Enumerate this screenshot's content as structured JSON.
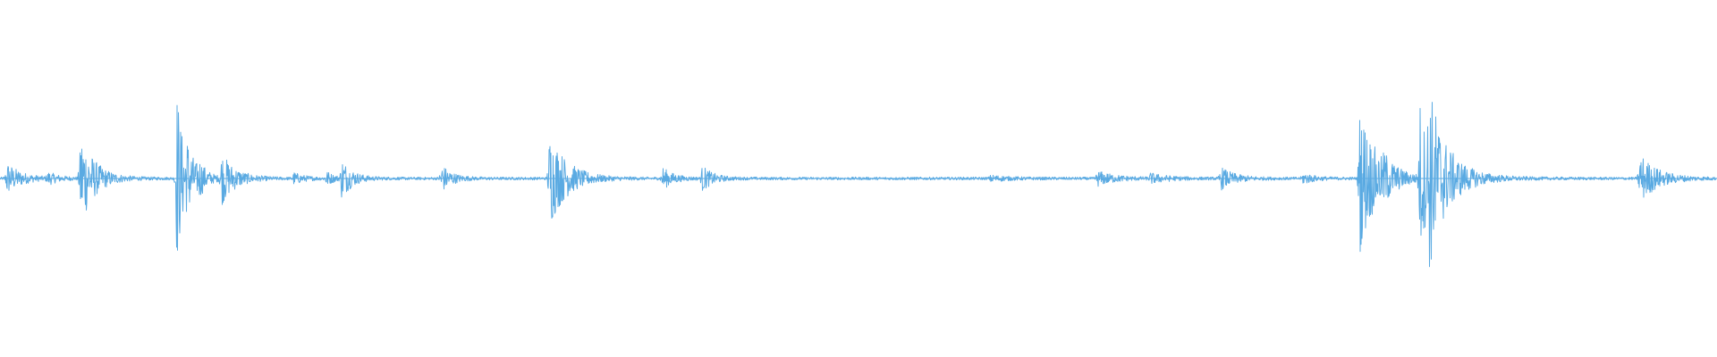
{
  "waveform": {
    "color": "#5aaae2",
    "background": "#ffffff",
    "baseline_amplitude": 0.008,
    "events": [
      {
        "t": 0.004,
        "amp": 0.09,
        "decay": 0.008
      },
      {
        "t": 0.028,
        "amp": 0.03,
        "decay": 0.006
      },
      {
        "t": 0.047,
        "amp": 0.27,
        "decay": 0.008
      },
      {
        "t": 0.103,
        "amp": 0.52,
        "decay": 0.004
      },
      {
        "t": 0.109,
        "amp": 0.12,
        "decay": 0.006
      },
      {
        "t": 0.116,
        "amp": 0.06,
        "decay": 0.004
      },
      {
        "t": 0.129,
        "amp": 0.14,
        "decay": 0.008
      },
      {
        "t": 0.171,
        "amp": 0.03,
        "decay": 0.006
      },
      {
        "t": 0.19,
        "amp": 0.04,
        "decay": 0.004
      },
      {
        "t": 0.199,
        "amp": 0.11,
        "decay": 0.006
      },
      {
        "t": 0.257,
        "amp": 0.08,
        "decay": 0.006
      },
      {
        "t": 0.32,
        "amp": 0.27,
        "decay": 0.01
      },
      {
        "t": 0.386,
        "amp": 0.06,
        "decay": 0.006
      },
      {
        "t": 0.409,
        "amp": 0.07,
        "decay": 0.006
      },
      {
        "t": 0.577,
        "amp": 0.015,
        "decay": 0.01
      },
      {
        "t": 0.639,
        "amp": 0.04,
        "decay": 0.01
      },
      {
        "t": 0.67,
        "amp": 0.025,
        "decay": 0.01
      },
      {
        "t": 0.711,
        "amp": 0.06,
        "decay": 0.008
      },
      {
        "t": 0.759,
        "amp": 0.03,
        "decay": 0.006
      },
      {
        "t": 0.792,
        "amp": 0.41,
        "decay": 0.01
      },
      {
        "t": 0.806,
        "amp": 0.06,
        "decay": 0.006
      },
      {
        "t": 0.827,
        "amp": 0.42,
        "decay": 0.006
      },
      {
        "t": 0.832,
        "amp": 0.38,
        "decay": 0.012
      },
      {
        "t": 0.955,
        "amp": 0.14,
        "decay": 0.01
      }
    ]
  }
}
